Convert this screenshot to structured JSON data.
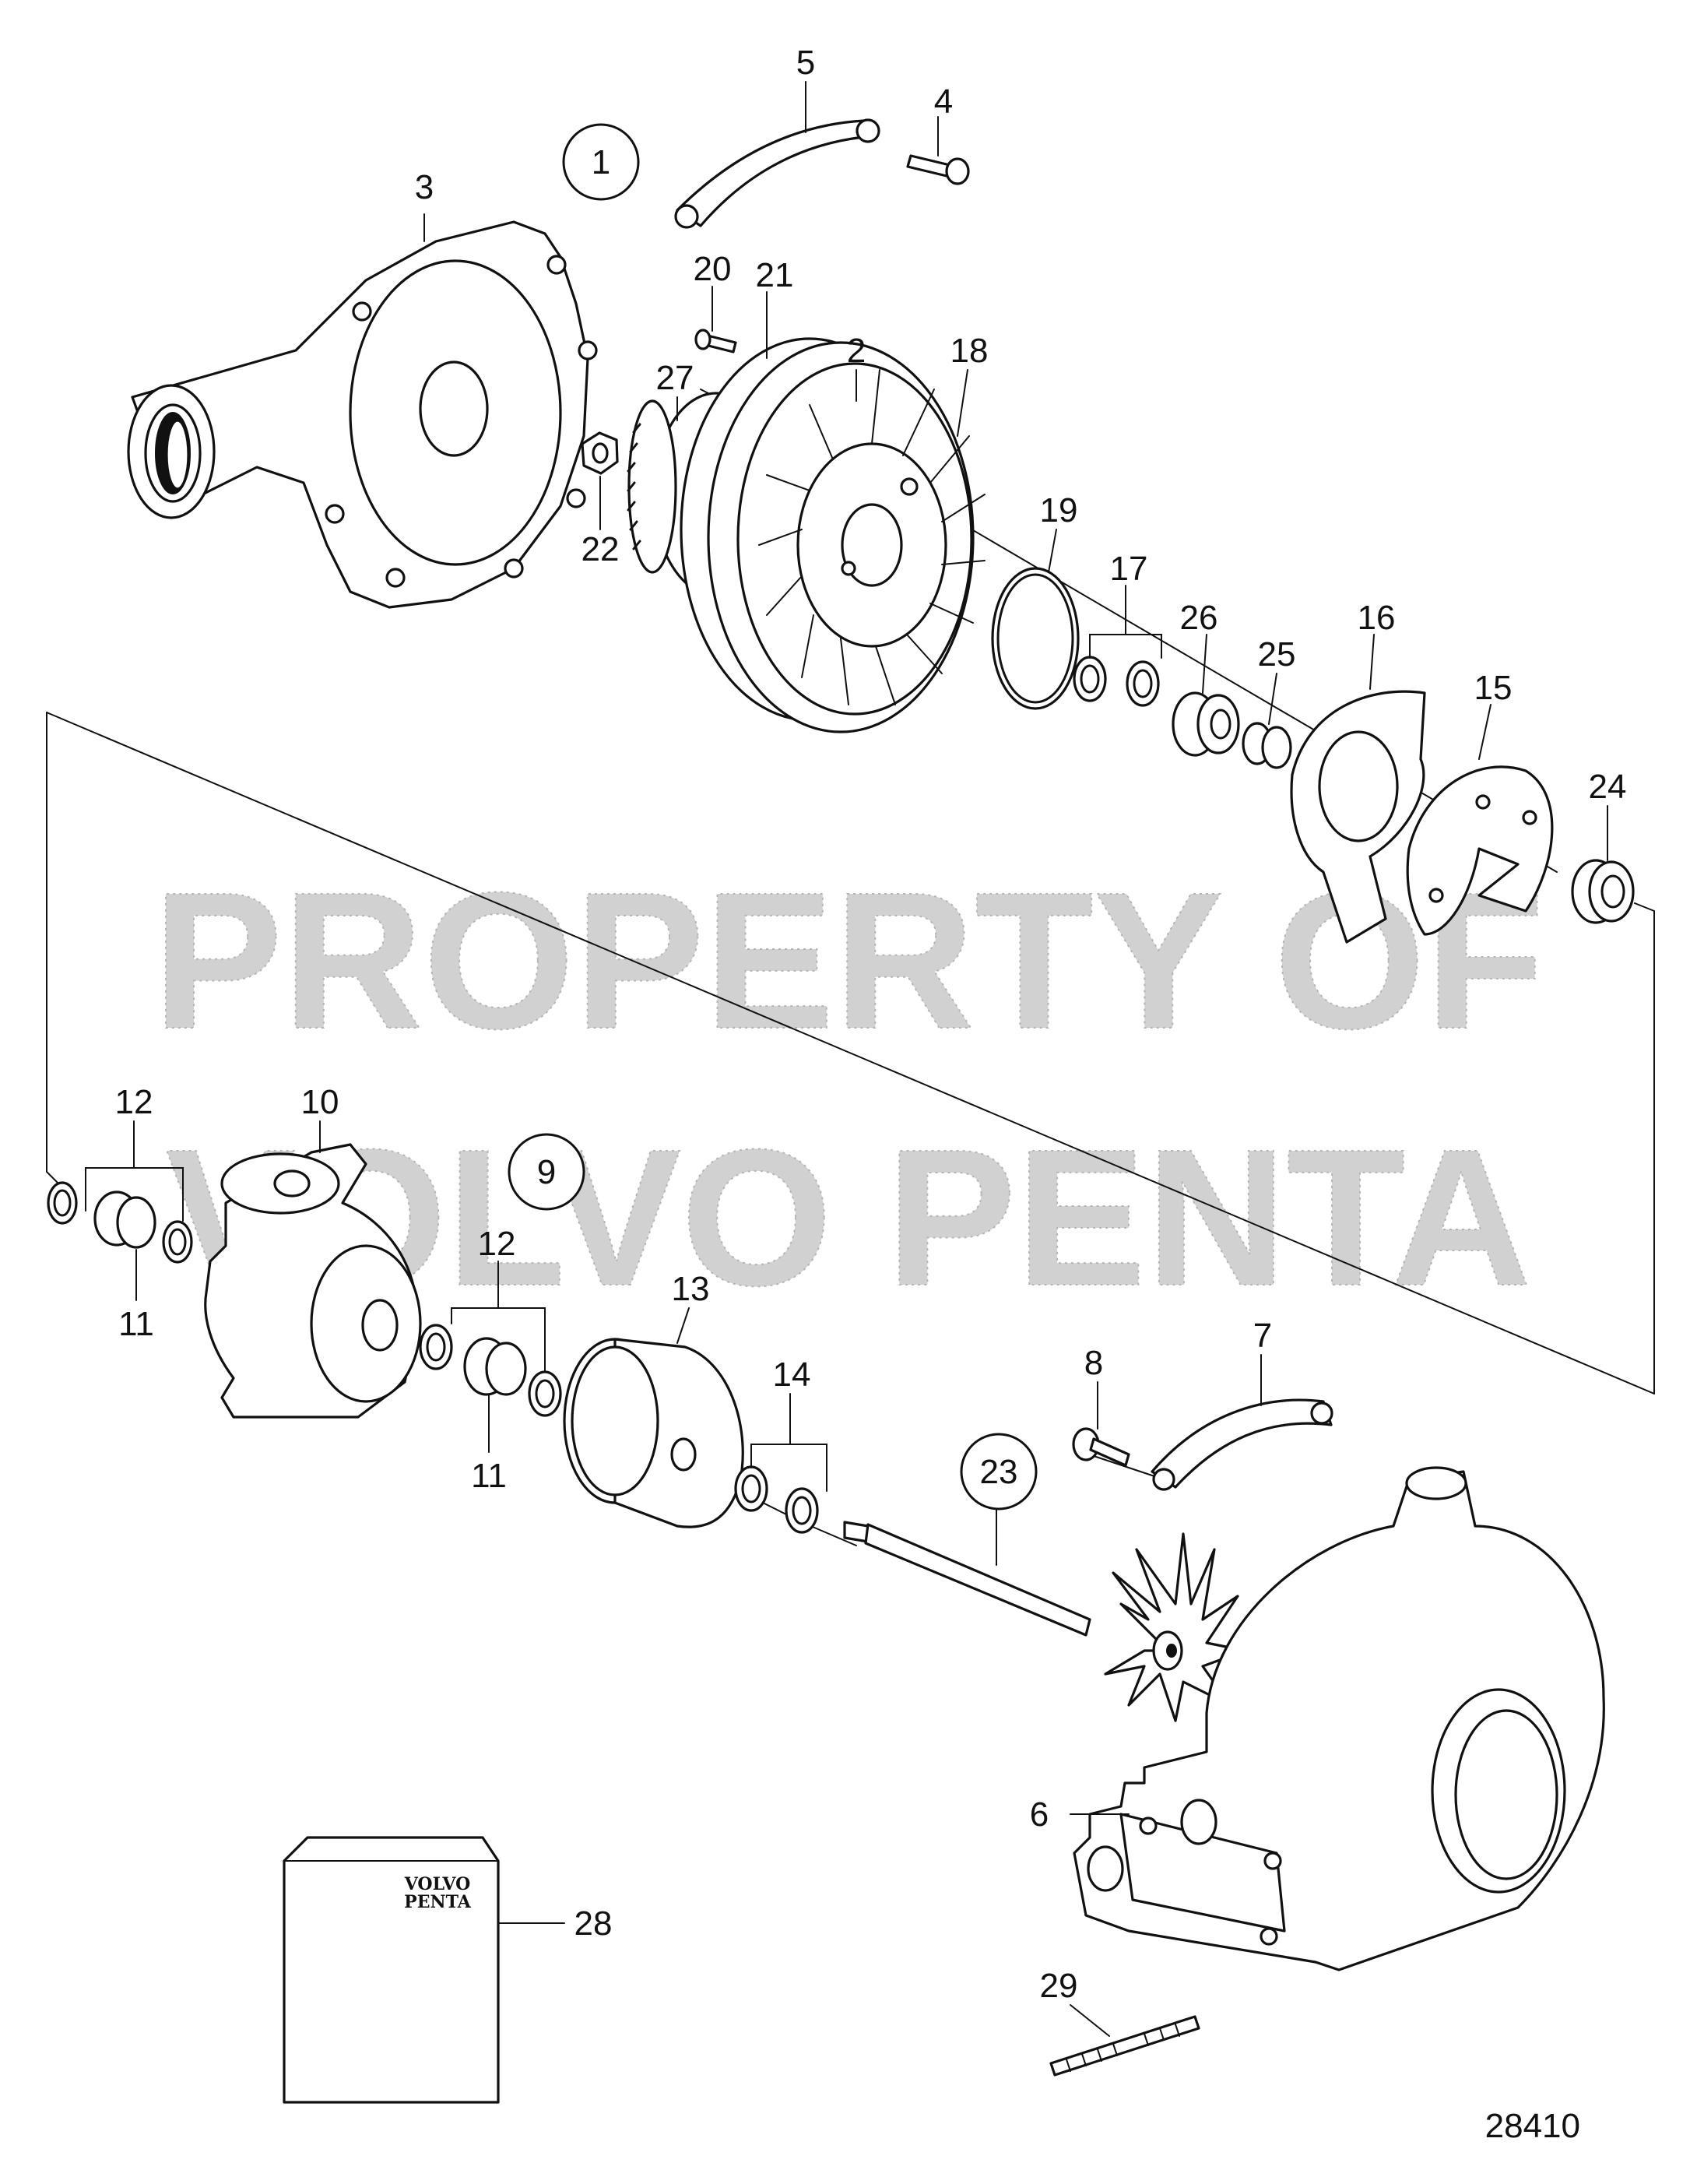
{
  "watermark": {
    "line1": "PROPERTY OF",
    "line2": "VOLVO PENTA"
  },
  "drawing_number": "28410",
  "kit_logo": {
    "line1": "VOLVO",
    "line2": "PENTA"
  },
  "callouts": {
    "c1": "1",
    "c2": "2",
    "c3": "3",
    "c4": "4",
    "c5": "5",
    "c6": "6",
    "c7": "7",
    "c8": "8",
    "c9": "9",
    "c10": "10",
    "c11a": "11",
    "c11b": "11",
    "c12a": "12",
    "c12b": "12",
    "c13": "13",
    "c14": "14",
    "c15": "15",
    "c16": "16",
    "c17": "17",
    "c18": "18",
    "c19": "19",
    "c20": "20",
    "c21": "21",
    "c22": "22",
    "c23": "23",
    "c24": "24",
    "c25": "25",
    "c26": "26",
    "c27": "27",
    "c28": "28",
    "c29": "29"
  }
}
